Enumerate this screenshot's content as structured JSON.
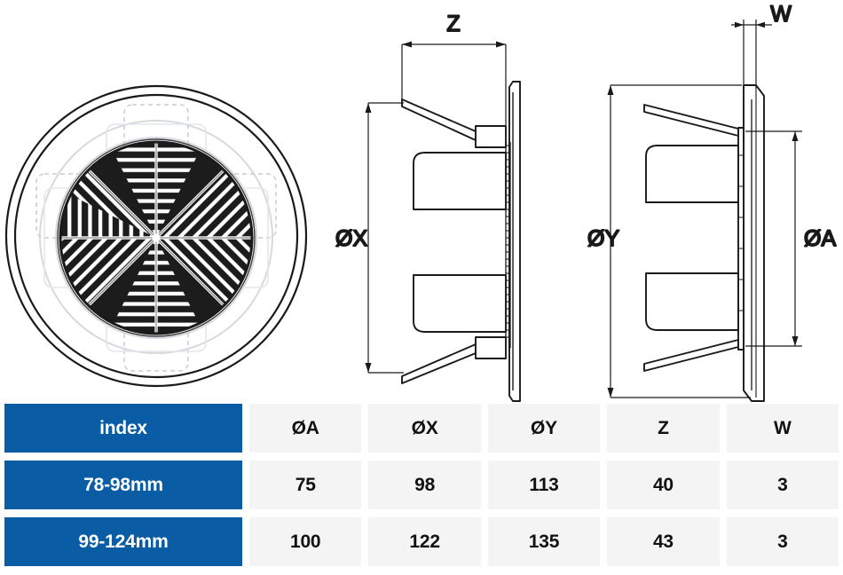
{
  "drawing": {
    "title": "round wall vent grille technical drawing",
    "views": [
      {
        "name": "front-view",
        "description": "circular grille face with radial slat pattern"
      },
      {
        "name": "side-section-view",
        "description": "side cross section showing flange and duct collar"
      },
      {
        "name": "side-profile-view",
        "description": "side profile showing flange thickness"
      }
    ],
    "dimension_labels": {
      "z": "Z",
      "w": "W",
      "diameter_x": "ØX",
      "diameter_y": "ØY",
      "diameter_a": "ØA"
    }
  },
  "table": {
    "header": {
      "index": "index",
      "columns": [
        "ØA",
        "ØX",
        "ØY",
        "Z",
        "W"
      ]
    },
    "rows": [
      {
        "index": "78-98mm",
        "values": [
          "75",
          "98",
          "113",
          "40",
          "3"
        ]
      },
      {
        "index": "99-124mm",
        "values": [
          "100",
          "122",
          "135",
          "43",
          "3"
        ]
      }
    ]
  },
  "colors": {
    "header_blue": "#0a5ca5",
    "cell_gray": "#f4f4f4",
    "text_dark": "#111111",
    "text_light": "#ffffff",
    "line": "#1a1a1a"
  }
}
